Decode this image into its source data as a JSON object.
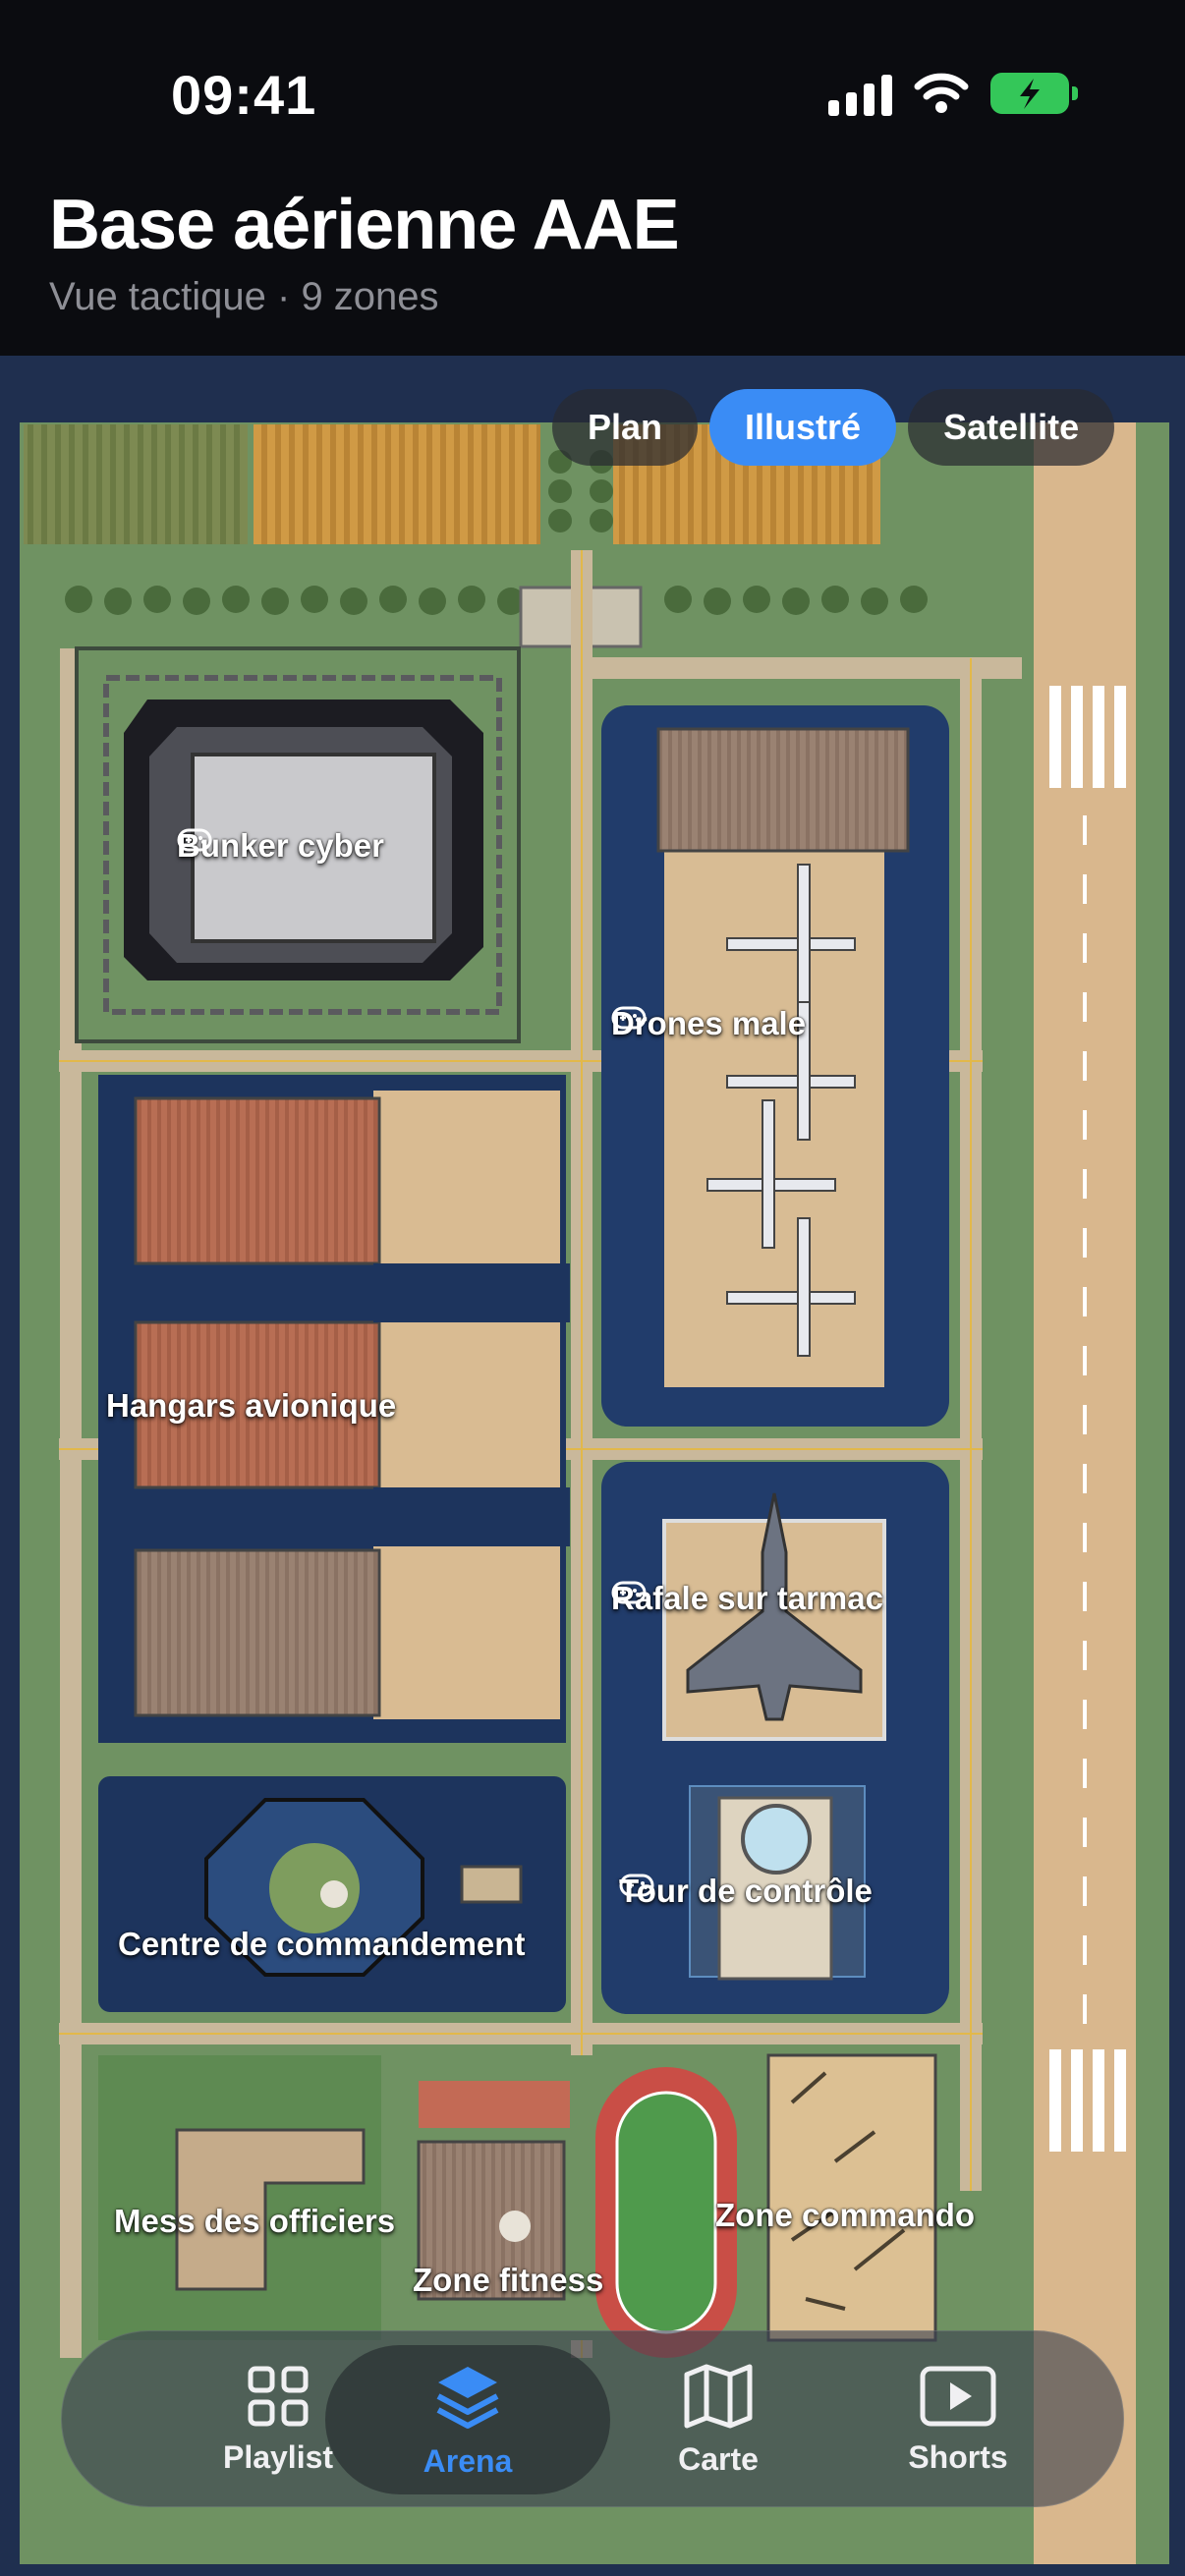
{
  "status_bar": {
    "time": "09:41"
  },
  "header": {
    "title": "Base aérienne AAE",
    "subtitle": "Vue tactique · 9 zones"
  },
  "view_toggle": {
    "options": [
      "Plan",
      "Illustré",
      "Satellite"
    ],
    "selected": "Illustré"
  },
  "zones": [
    {
      "label": "Bunker cyber",
      "playable": true
    },
    {
      "label": "Drones male",
      "playable": true
    },
    {
      "label": "Hangars avionique",
      "playable": false
    },
    {
      "label": "Rafale sur tarmac",
      "playable": true
    },
    {
      "label": "Tour de contrôle",
      "playable": true
    },
    {
      "label": "Centre de commandement",
      "playable": false
    },
    {
      "label": "Mess des officiers",
      "playable": false
    },
    {
      "label": "Zone fitness",
      "playable": false
    },
    {
      "label": "Zone commando",
      "playable": false
    }
  ],
  "tabbar": {
    "items": [
      {
        "label": "Playlist",
        "icon": "grid-icon"
      },
      {
        "label": "Arena",
        "icon": "layers-icon"
      },
      {
        "label": "Carte",
        "icon": "map-icon"
      },
      {
        "label": "Shorts",
        "icon": "play-icon"
      }
    ],
    "active": "Arena"
  },
  "colors": {
    "accent": "#3a8cf5",
    "background": "#0b0c10",
    "battery": "#34c759"
  }
}
